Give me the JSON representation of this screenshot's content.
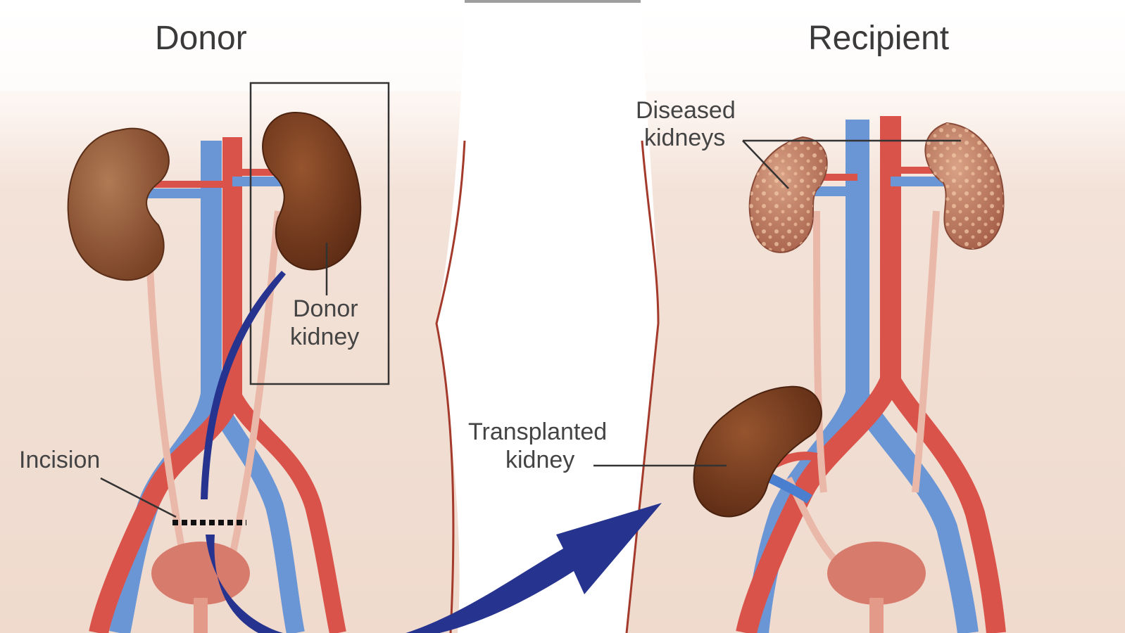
{
  "titles": {
    "donor": "Donor",
    "recipient": "Recipient"
  },
  "labels": {
    "donor_kidney": [
      "Donor",
      "kidney"
    ],
    "incision": "Incision",
    "diseased_kidneys": [
      "Diseased",
      "kidneys"
    ],
    "transplanted_kidney": [
      "Transplanted",
      "kidney"
    ]
  },
  "colors": {
    "artery": "#d9534a",
    "vein": "#6b96d6",
    "kidney": "#8f5030",
    "diseased_kidney": "#c48a72",
    "arrow": "#26348f",
    "skin": "#f0ddd0"
  }
}
